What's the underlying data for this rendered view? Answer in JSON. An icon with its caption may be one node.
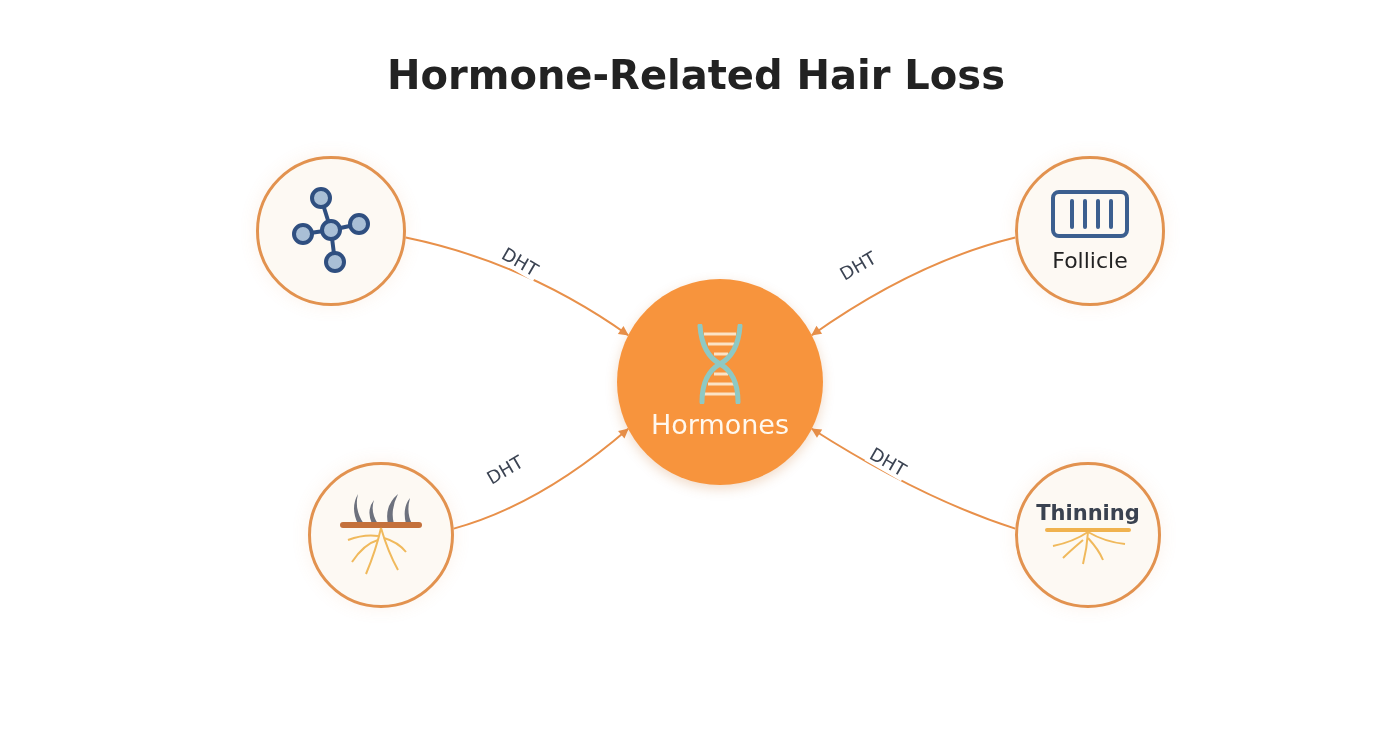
{
  "diagram": {
    "title": "Hormone-Related Hair Loss",
    "nodes": [
      {
        "text": [],
        "shape": "circle"
      },
      {
        "text": [
          "Follicle"
        ]
      },
      {
        "text": [
          "Hormones"
        ]
      },
      {
        "text": [],
        "shape": "circle"
      },
      {
        "text": [
          "Thinning"
        ]
      }
    ],
    "edges": [
      {
        "from": 0,
        "to": 2,
        "arrow": "to",
        "label": "DHT"
      },
      {
        "from": 1,
        "to": 2,
        "arrow": "to",
        "label": "DHT"
      },
      {
        "from": 3,
        "to": 2,
        "arrow": "to",
        "label": "DHT"
      },
      {
        "from": 4,
        "to": 2,
        "arrow": "to",
        "label": "DHT"
      }
    ]
  }
}
